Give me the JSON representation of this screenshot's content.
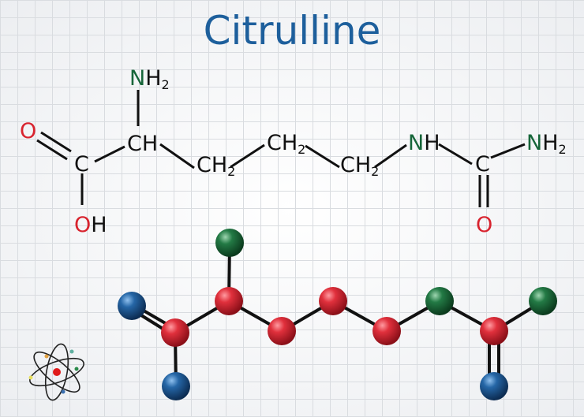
{
  "title": "Citrulline",
  "formula": {
    "amino_top": {
      "el": "N",
      "h": "H",
      "sub": "2"
    },
    "alpha": "CH",
    "carbonyl_o": "O",
    "carboxyl_c": "C",
    "hydroxyl": {
      "o": "O",
      "h": "H"
    },
    "ch2_1": {
      "t": "CH",
      "sub": "2"
    },
    "ch2_2": {
      "t": "CH",
      "sub": "2"
    },
    "ch2_3": {
      "t": "CH",
      "sub": "2"
    },
    "nh": {
      "el": "N",
      "h": "H"
    },
    "urea_c": "C",
    "urea_o": "O",
    "amine_end": {
      "el": "N",
      "h": "H",
      "sub": "2"
    }
  },
  "colors": {
    "title": "#1d5f9c",
    "nitrogen": "#17663a",
    "oxygen": "#d8232e",
    "carbon_ball": "#d42a35",
    "oxygen_ball": "#1e5a94",
    "nitrogen_ball": "#1f6a3c"
  }
}
